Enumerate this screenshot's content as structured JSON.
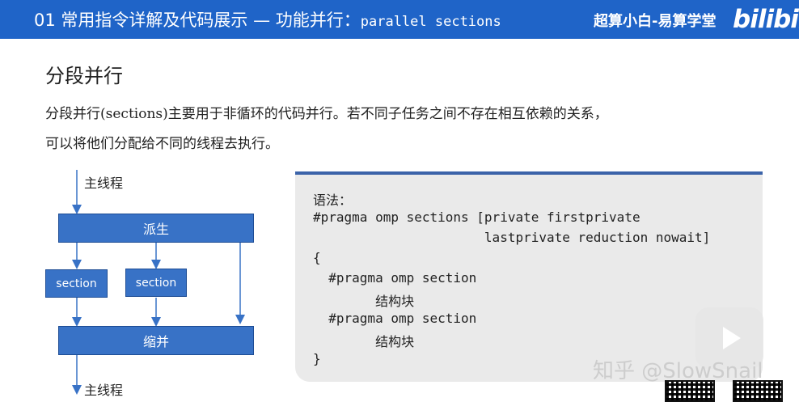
{
  "header": {
    "title_prefix": "01 常用指令详解及代码展示 — 功能并行：",
    "title_code": "parallel sections",
    "brand": "超算小白-易算学堂",
    "bili_logo": "bilibili"
  },
  "section": {
    "title": "分段并行",
    "paragraph_line1": "分段并行(sections)主要用于非循环的代码并行。若不同子任务之间不存在相互依赖的关系，",
    "paragraph_line2": "可以将他们分配给不同的线程去执行。"
  },
  "diagram": {
    "main_thread_top": "主线程",
    "fork": "派生",
    "section_a": "section",
    "section_b": "section",
    "join": "缩并",
    "main_thread_bottom": "主线程"
  },
  "code": {
    "lines": [
      "语法：",
      "#pragma omp sections [private firstprivate",
      "                      lastprivate reduction nowait]",
      "{",
      "  #pragma omp section",
      "        结构块",
      "  #pragma omp section",
      "        结构块",
      "}"
    ]
  },
  "watermark": {
    "text": "知乎 @SlowSnail"
  },
  "colors": {
    "header_bg": "#1f64c8",
    "node_fill": "#3872c6",
    "panel_accent": "#3b63a9"
  }
}
